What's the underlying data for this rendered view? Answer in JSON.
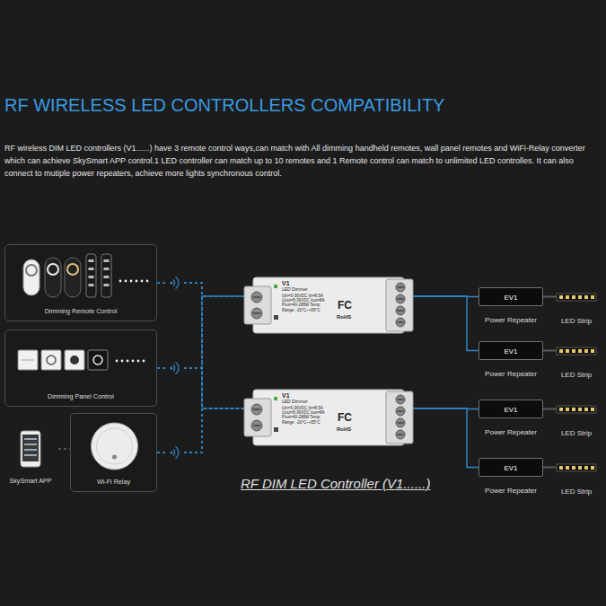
{
  "diagram": {
    "title": "RF WIRELESS LED CONTROLLERS COMPATIBILITY",
    "caption": "RF DIM LED Controller (V1......)",
    "nodes": [
      {
        "text": [
          "Dimming Remote Control"
        ]
      },
      {
        "text": [
          "Dimming Panel Control"
        ]
      },
      {
        "text": [
          "SkySmart APP"
        ]
      },
      {
        "text": [
          "Wi-Fi Relay"
        ]
      },
      {
        "text": [
          "V1",
          "LED Dimmer",
          "Uin=5-36VDC Iin=8.5A Uout=5-36VDC Iout=8A Pout=40-288W Temp Range: -20°C~+55°C",
          "FC",
          "RoHS"
        ]
      },
      {
        "text": [
          "V1",
          "LED Dimmer",
          "Uin=5-36VDC Iin=8.5A Uout=5-36VDC Iout=8A Pout=40-288W Temp Range: -20°C~+55°C",
          "FC",
          "RoHS"
        ]
      },
      {
        "text": [
          "EV1",
          "Power Repeater"
        ]
      },
      {
        "text": [
          "EV1",
          "Power Repeater"
        ]
      },
      {
        "text": [
          "EV1",
          "Power Repeater"
        ]
      },
      {
        "text": [
          "EV1",
          "Power Repeater"
        ]
      },
      {
        "text": [
          "LED Strip"
        ]
      },
      {
        "text": [
          "LED Strip"
        ]
      },
      {
        "text": [
          "LED Strip"
        ]
      },
      {
        "text": [
          "LED Strip"
        ]
      }
    ],
    "edges": [
      {
        "from": 0,
        "to": 4,
        "arrow": "none"
      },
      {
        "from": 0,
        "to": 5,
        "arrow": "none"
      },
      {
        "from": 1,
        "to": 4,
        "arrow": "none"
      },
      {
        "from": 1,
        "to": 5,
        "arrow": "none"
      },
      {
        "from": 3,
        "to": 4,
        "arrow": "none"
      },
      {
        "from": 3,
        "to": 5,
        "arrow": "none"
      },
      {
        "from": 2,
        "to": 3,
        "arrow": "none"
      },
      {
        "from": 4,
        "to": 6,
        "arrow": "none"
      },
      {
        "from": 4,
        "to": 7,
        "arrow": "none"
      },
      {
        "from": 5,
        "to": 8,
        "arrow": "none"
      },
      {
        "from": 5,
        "to": 9,
        "arrow": "none"
      },
      {
        "from": 6,
        "to": 10,
        "arrow": "none"
      },
      {
        "from": 7,
        "to": 11,
        "arrow": "none"
      },
      {
        "from": 8,
        "to": 12,
        "arrow": "none"
      },
      {
        "from": 9,
        "to": 13,
        "arrow": "none"
      }
    ],
    "labels": [
      "RF wireless DIM LED controllers (V1......) have 3 remote control ways,can match with All dimming handheld remotes, wall panel remotes and WiFi-Relay converter which can achieve SkySmart APP control.1 LED controller can match up to 10 remotes and 1 Remote control can match to unlimited LED controlles. It can also connect to mutiple power repeaters, achieve more lights synchronous control."
    ]
  }
}
